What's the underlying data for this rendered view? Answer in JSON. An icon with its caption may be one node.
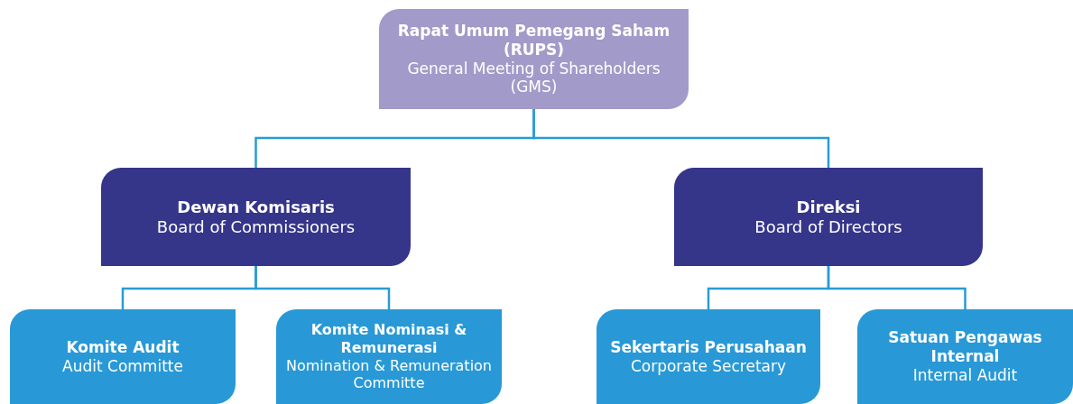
{
  "diagram": {
    "nodes": [
      {
        "text": [
          "Rapat Umum Pemegang Saham (RUPS)",
          "General Meeting of Shareholders (GMS)"
        ]
      },
      {
        "text": [
          "Dewan Komisaris",
          "Board of Commissioners"
        ]
      },
      {
        "text": [
          "Direksi",
          "Board of Directors"
        ]
      },
      {
        "text": [
          "Komite Audit",
          "Audit Committe"
        ]
      },
      {
        "text": [
          "Komite Nominasi & Remunerasi",
          "Nomination & Remuneration Committe"
        ]
      },
      {
        "text": [
          "Sekertaris Perusahaan",
          "Corporate Secretary"
        ]
      },
      {
        "text": [
          "Satuan Pengawas Internal",
          "Internal Audit"
        ]
      }
    ],
    "edges": [
      {
        "from": 0,
        "to": 1,
        "arrow": "none"
      },
      {
        "from": 0,
        "to": 2,
        "arrow": "none"
      },
      {
        "from": 1,
        "to": 3,
        "arrow": "none"
      },
      {
        "from": 1,
        "to": 4,
        "arrow": "none"
      },
      {
        "from": 2,
        "to": 5,
        "arrow": "none"
      },
      {
        "from": 2,
        "to": 6,
        "arrow": "none"
      }
    ]
  }
}
